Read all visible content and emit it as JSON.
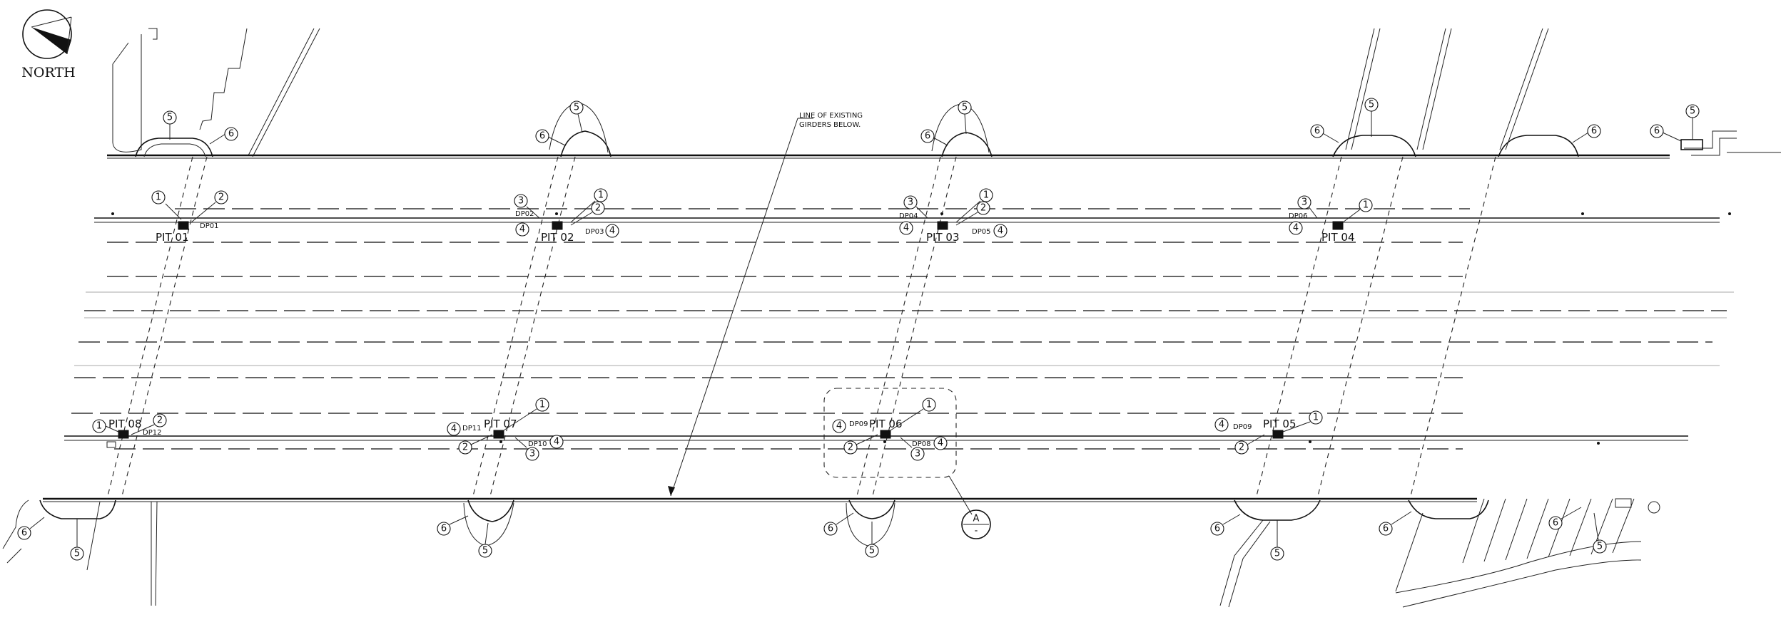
{
  "north_label": "NORTH",
  "note": {
    "line1": "LINE OF EXISTING",
    "line2": "GIRDERS BELOW."
  },
  "section_ref": {
    "letter": "A",
    "sheet": "-"
  },
  "pits": [
    "PIT 01",
    "PIT 02",
    "PIT 03",
    "PIT 04",
    "PIT 05",
    "PIT 06",
    "PIT 07",
    "PIT 08"
  ],
  "downpipes": [
    "DP01",
    "DP02",
    "DP03",
    "DP04",
    "DP05",
    "DP06",
    "DP09",
    "DP08",
    "DP09",
    "DP10",
    "DP11",
    "DP12"
  ],
  "callout_numbers": [
    "1",
    "2",
    "3",
    "4",
    "5",
    "6"
  ]
}
